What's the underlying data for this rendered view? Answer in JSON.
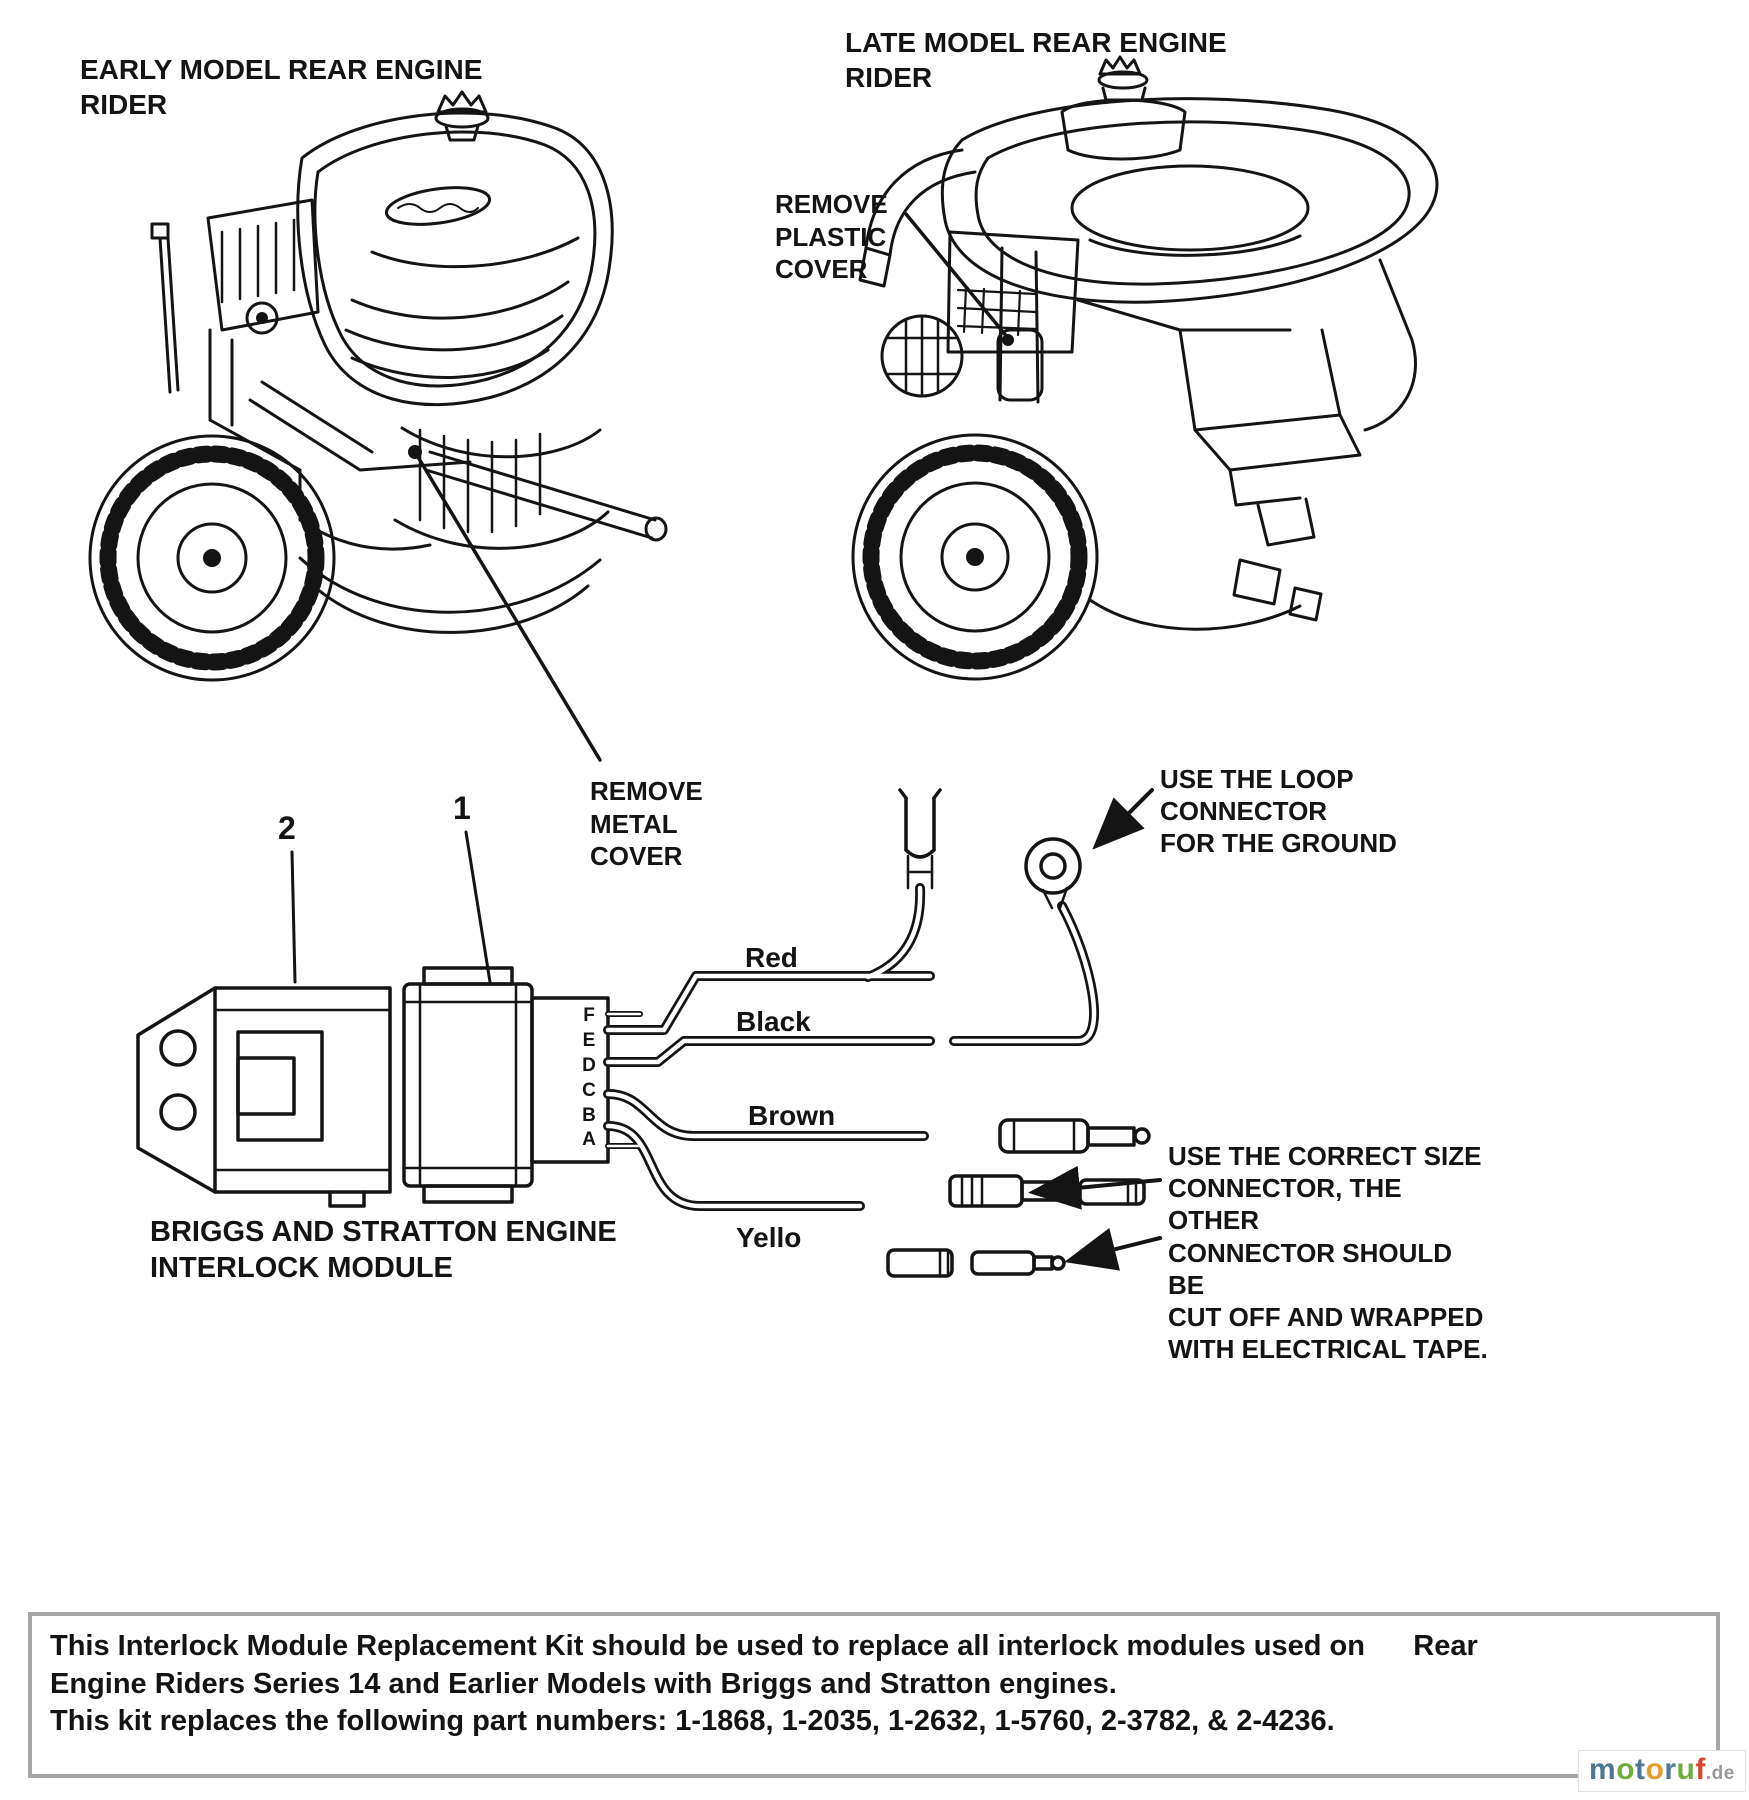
{
  "illustrations": {
    "early": {
      "title": "EARLY MODEL REAR ENGINE\nRIDER",
      "callout": "REMOVE\nMETAL\nCOVER"
    },
    "late": {
      "title": "LATE MODEL REAR ENGINE\nRIDER",
      "callout": "REMOVE\nPLASTIC\nCOVER"
    }
  },
  "wiring": {
    "item_numbers": [
      "2",
      "1"
    ],
    "module_label": "BRIGGS AND STRATTON ENGINE\nINTERLOCK MODULE",
    "pin_labels_top_to_bottom": [
      "F",
      "E",
      "D",
      "C",
      "B",
      "A"
    ],
    "wire_labels": [
      "Red",
      "Black",
      "Brown",
      "Yello"
    ],
    "ground_note": "USE THE LOOP CONNECTOR\nFOR THE GROUND",
    "connector_note": "USE THE CORRECT SIZE\nCONNECTOR, THE OTHER\nCONNECTOR SHOULD BE\nCUT OFF AND WRAPPED\nWITH ELECTRICAL TAPE."
  },
  "footer": {
    "lines": [
      "This Interlock Module Replacement Kit should be used to replace all interlock modules used on      Rear",
      "Engine Riders Series 14 and Earlier Models with Briggs and Stratton engines.",
      "This kit replaces the following part numbers: 1-1868, 1-2035, 1-2632, 1-5760, 2-3782, & 2-4236."
    ]
  },
  "watermark": {
    "letters": [
      {
        "ch": "m",
        "color": "#4d7792"
      },
      {
        "ch": "o",
        "color": "#6fae3a"
      },
      {
        "ch": "t",
        "color": "#4d7792"
      },
      {
        "ch": "o",
        "color": "#e89b2d"
      },
      {
        "ch": "r",
        "color": "#4d7792"
      },
      {
        "ch": "u",
        "color": "#6fae3a"
      },
      {
        "ch": "f",
        "color": "#d8452e"
      }
    ],
    "suffix": ".de",
    "suffix_color": "#999999"
  },
  "colors": {
    "ink": "#141414",
    "footer_border": "#a6a6a6"
  }
}
